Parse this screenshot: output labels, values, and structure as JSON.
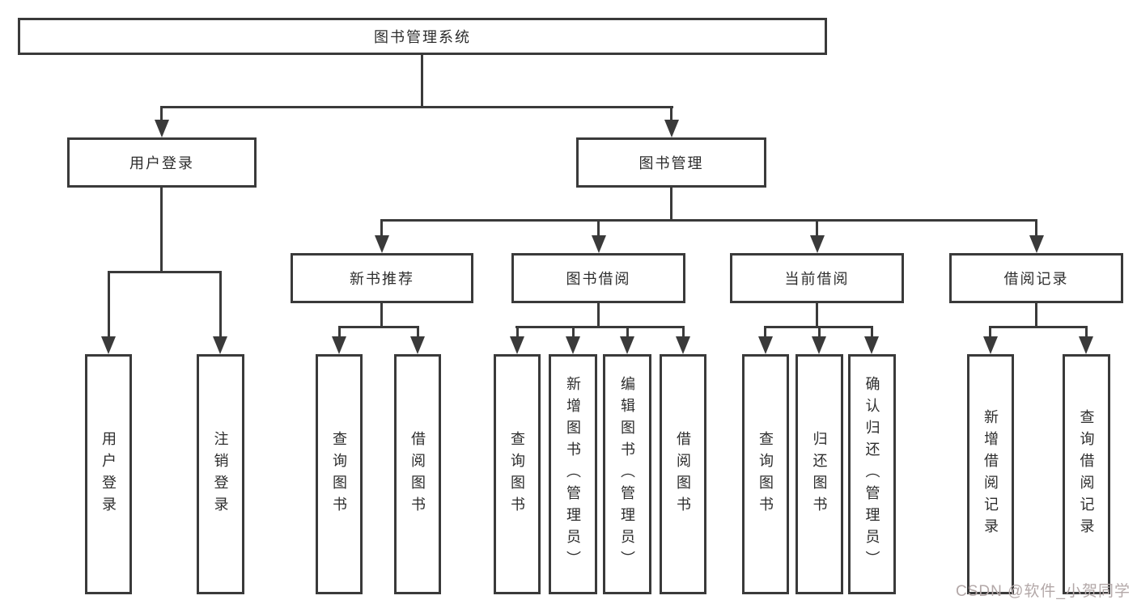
{
  "nodes": {
    "root": "图书管理系统",
    "user_login": "用户登录",
    "book_mgmt": "图书管理",
    "new_book": "新书推荐",
    "book_borrow": "图书借阅",
    "current_borrow": "当前借阅",
    "borrow_record": "借阅记录",
    "leaf_user_login": "用户登录",
    "leaf_logout": "注销登录",
    "leaf_nb_query": "查询图书",
    "leaf_nb_borrow": "借阅图书",
    "leaf_bb_query": "查询图书",
    "leaf_bb_add": "新增图书（管理员）",
    "leaf_bb_edit": "编辑图书（管理员）",
    "leaf_bb_borrow": "借阅图书",
    "leaf_cb_query": "查询图书",
    "leaf_cb_return": "归还图书",
    "leaf_cb_confirm": "确认归还（管理员）",
    "leaf_br_add": "新增借阅记录",
    "leaf_br_query": "查询借阅记录"
  },
  "hierarchy": {
    "图书管理系统": {
      "用户登录": [
        "用户登录",
        "注销登录"
      ],
      "图书管理": {
        "新书推荐": [
          "查询图书",
          "借阅图书"
        ],
        "图书借阅": [
          "查询图书",
          "新增图书（管理员）",
          "编辑图书（管理员）",
          "借阅图书"
        ],
        "当前借阅": [
          "查询图书",
          "归还图书",
          "确认归还（管理员）"
        ],
        "借阅记录": [
          "新增借阅记录",
          "查询借阅记录"
        ]
      }
    }
  },
  "watermark": {
    "text": "CSDN @软件_小贺同学"
  },
  "colors": {
    "line": "#3a3a3a",
    "text": "#2d2d2d",
    "watermark": "#b3a8a8",
    "background": "#ffffff"
  }
}
